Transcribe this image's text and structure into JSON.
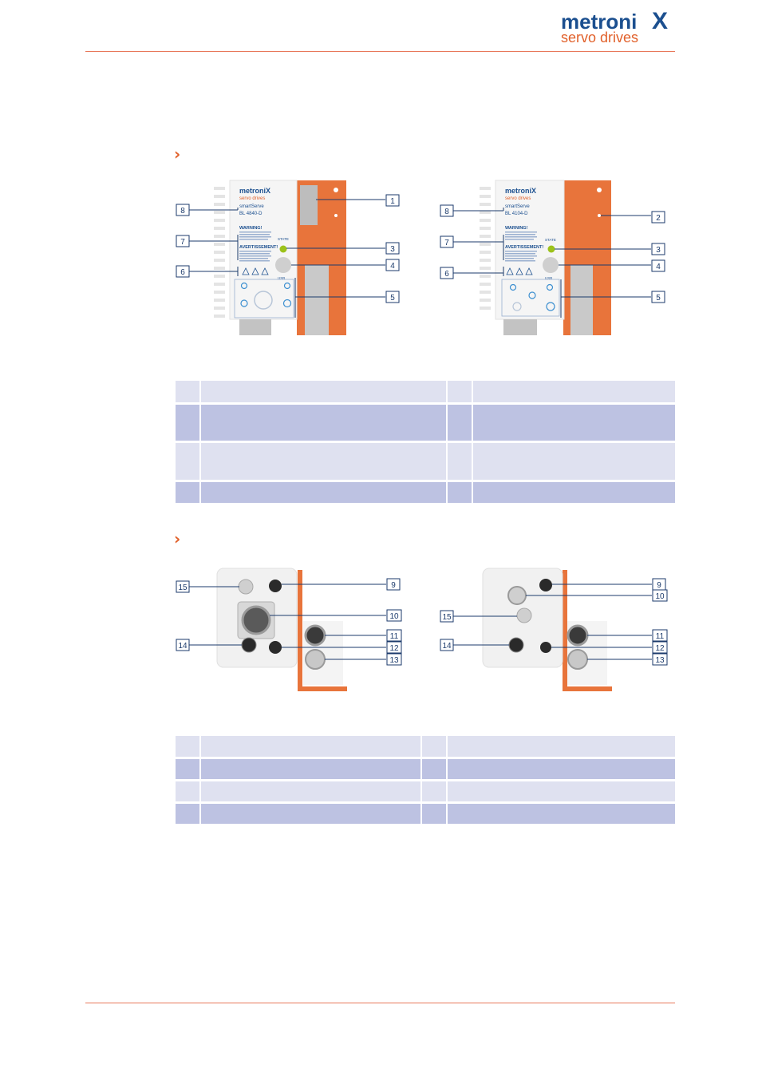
{
  "header": {
    "brand_word": "metroni",
    "brand_x": "X",
    "brand_sub": "servo drives",
    "colors": {
      "brand_blue": "#1b4f8f",
      "brand_orange": "#e1602a",
      "rule": "#e8785a"
    }
  },
  "section1": {
    "marker": "›"
  },
  "section2": {
    "marker": "›"
  },
  "device_label": {
    "brand": "metroniX",
    "sub": "servo drives",
    "product": "smartServe",
    "model_left": "BL 4840-D",
    "model_right": "BL 4104-D",
    "warning": "WARNING!",
    "avert": "AVERTISSEMENT!",
    "state": "STATE",
    "usb": "USB"
  },
  "front_left_callouts": [
    "1",
    "3",
    "4",
    "5",
    "8",
    "7",
    "6"
  ],
  "front_right_callouts": [
    "2",
    "3",
    "4",
    "5",
    "8",
    "7",
    "6"
  ],
  "bottom_left_callouts": [
    "9",
    "10",
    "11",
    "12",
    "13",
    "15",
    "14"
  ],
  "bottom_right_callouts": [
    "9",
    "10",
    "11",
    "12",
    "13",
    "15",
    "14"
  ],
  "table1": {
    "rows": 4,
    "row_tones": [
      "light",
      "dark",
      "light",
      "dark"
    ]
  },
  "table2": {
    "rows": 4,
    "row_tones": [
      "light",
      "dark",
      "light",
      "dark"
    ]
  }
}
